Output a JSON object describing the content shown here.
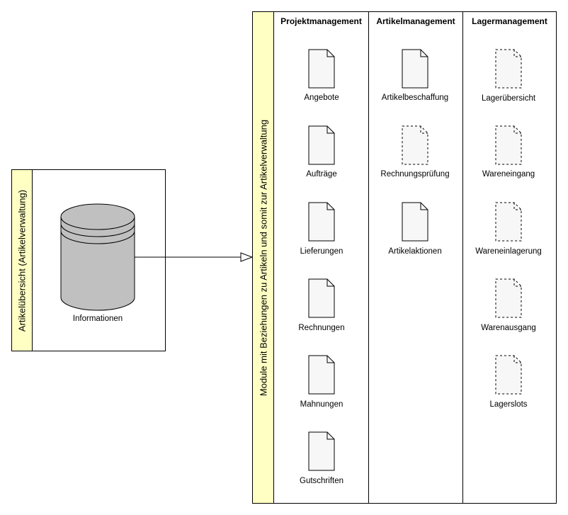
{
  "left_pool": {
    "title": "Artikelübersicht (Artikelverwaltung)",
    "database_label": "Informationen"
  },
  "right_pool": {
    "title": "Module mit Beziehungen zu Artikeln und somit zur Artikelverwaltung",
    "lanes": [
      {
        "title": "Projektmanagement",
        "documents": [
          "Angebote",
          "Aufträge",
          "Lieferungen",
          "Rechnungen",
          "Mahnungen",
          "Gutschriften"
        ]
      },
      {
        "title": "Artikelmanagement",
        "documents": [
          "Artikelbeschaffung",
          "Rechnungsprüfung",
          "Artikelaktionen"
        ]
      },
      {
        "title": "Lagermanagement",
        "documents": [
          "Lagerübersicht",
          "Wareneingang",
          "Wareneinlagerung",
          "Warenausgang",
          "Lagerslots"
        ]
      }
    ]
  }
}
